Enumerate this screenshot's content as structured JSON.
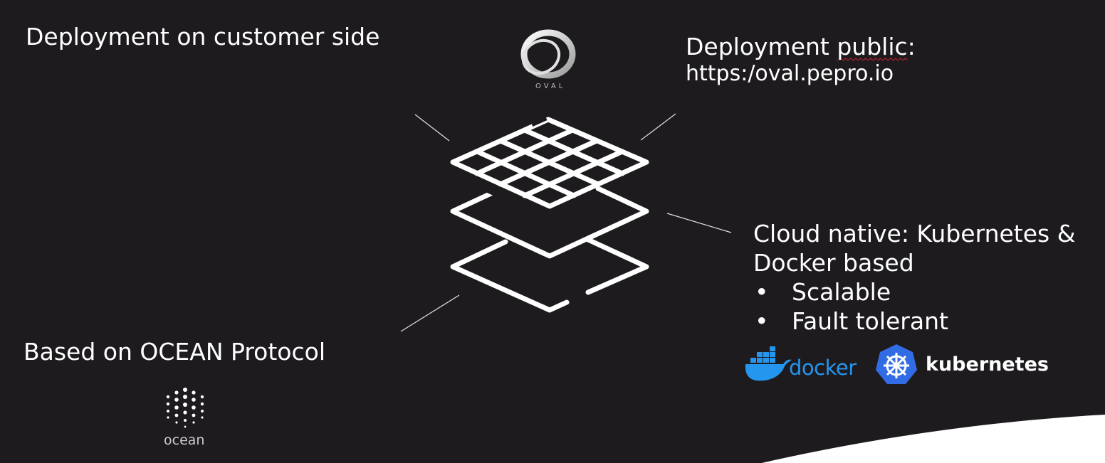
{
  "labels": {
    "customer": "Deployment on customer side",
    "public_title_prefix": "Deployment ",
    "public_title_word": "public",
    "public_title_suffix": ":",
    "public_url": "https:/oval.pepro.io",
    "ocean_protocol": "Based on OCEAN Protocol",
    "cloud_line1": "Cloud native: Kubernetes &",
    "cloud_line2": "Docker based",
    "bullet_char": "•",
    "bullets": [
      "Scalable",
      "Fault tolerant"
    ]
  },
  "logos": {
    "oval": "OVAL",
    "ocean": "ocean",
    "docker": "docker",
    "kubernetes": "kubernetes"
  },
  "colors": {
    "background": "#1e1b1f",
    "foreground": "#ffffff",
    "docker_blue": "#2496ed",
    "kubernetes_blue": "#326ce5",
    "spellcheck_red": "#dd2222"
  },
  "icons": [
    "oval-logo-icon",
    "layer-stack-icon",
    "ocean-logo-icon",
    "docker-whale-icon",
    "kubernetes-wheel-icon"
  ]
}
